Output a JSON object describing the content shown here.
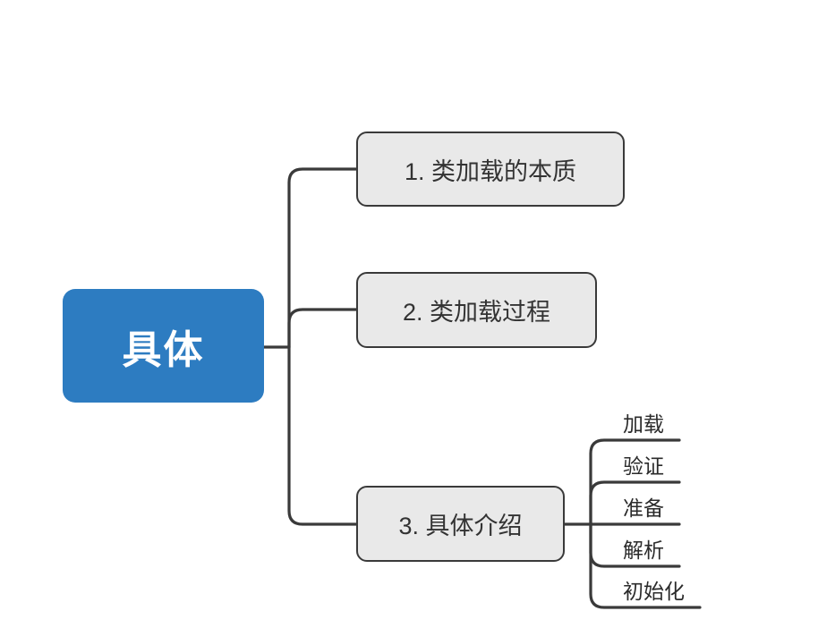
{
  "colors": {
    "background": "#FFFFFF",
    "root_fill": "#2D7CC1",
    "root_text": "#FFFFFF",
    "branch_fill": "#E9E9E9",
    "branch_border": "#3A3A3A",
    "branch_text": "#333333",
    "subtopic_text": "#2B2B2B",
    "connector": "#3A3A3A"
  },
  "mindmap": {
    "root": {
      "label": "具体"
    },
    "branches": [
      {
        "label": "1. 类加载的本质",
        "children": []
      },
      {
        "label": "2. 类加载过程",
        "children": []
      },
      {
        "label": "3. 具体介绍",
        "children": [
          "加载",
          "验证",
          "准备",
          "解析",
          "初始化"
        ]
      }
    ]
  }
}
